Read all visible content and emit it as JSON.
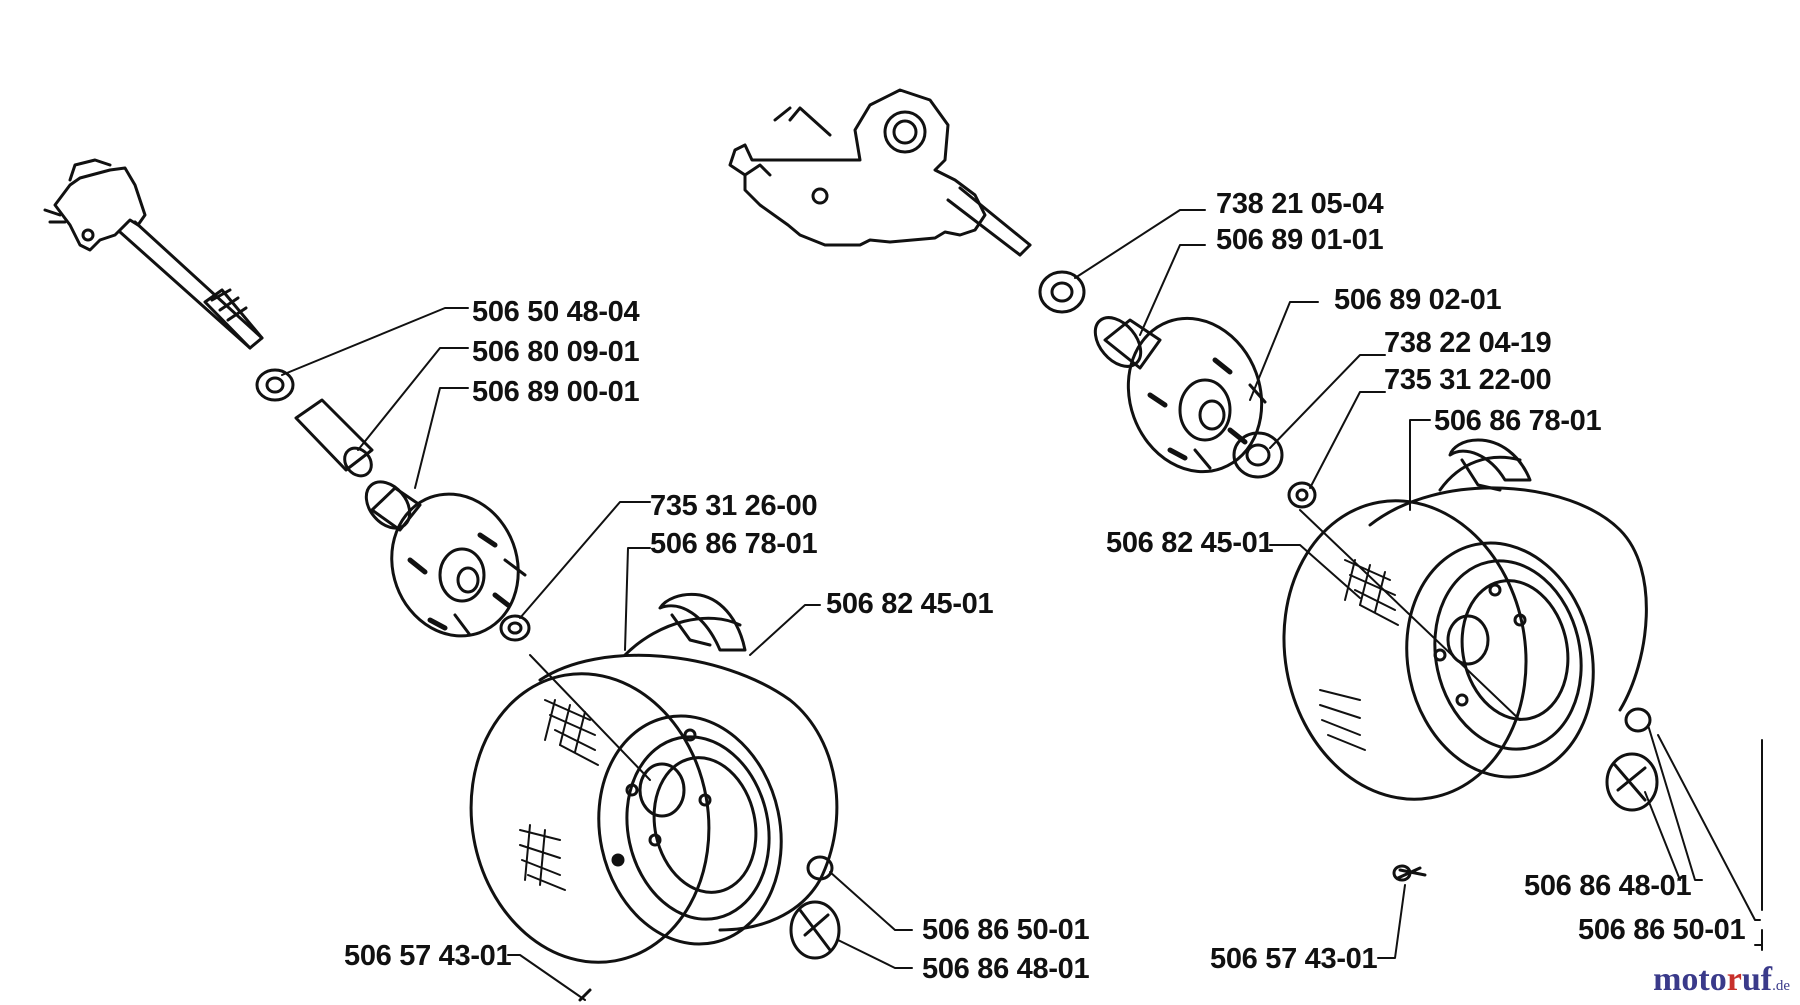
{
  "labels": {
    "l_506504804": "506 50 48-04",
    "l_506800901": "506 80 09-01",
    "l_506890001": "506 89 00-01",
    "l_735312600": "735 31 26-00",
    "l_506867801_left": "506 86 78-01",
    "l_506824501_left": "506 82 45-01",
    "l_506574301_left": "506 57 43-01",
    "l_506865001_left": "506 86 50-01",
    "l_506864801_left": "506 86 48-01",
    "l_738210504": "738 21 05-04",
    "l_506890101": "506 89 01-01",
    "l_506890201": "506 89 02-01",
    "l_738220419": "738 22 04-19",
    "l_735312200": "735 31 22-00",
    "l_506867801_right": "506 86 78-01",
    "l_506824501_right": "506 82 45-01",
    "l_506864801_right": "506 86 48-01",
    "l_506865001_right": "506 86 50-01",
    "l_506574301_right": "506 57 43-01"
  },
  "logo": {
    "part1": "moto",
    "part2": "r",
    "part3": "uf",
    "part4": ".de"
  },
  "colors": {
    "line": "#111111",
    "logo_blue": "#3a3a8a",
    "logo_red": "#c8302b"
  }
}
